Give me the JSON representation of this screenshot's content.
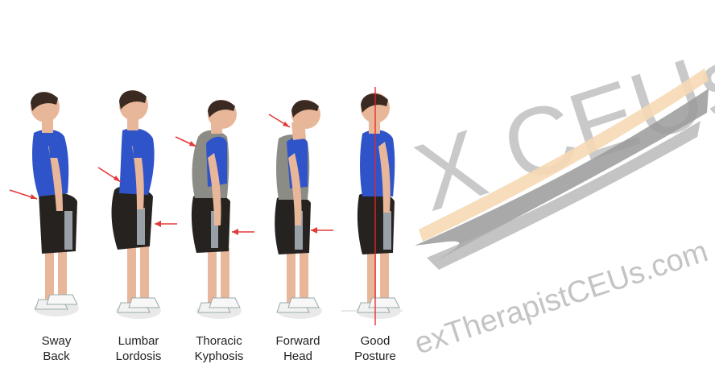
{
  "figures": [
    {
      "id": "sway-back",
      "line1": "Sway",
      "line2": "Back"
    },
    {
      "id": "lumbar-lordosis",
      "line1": "Lumbar",
      "line2": "Lordosis"
    },
    {
      "id": "thoracic-kyphosis",
      "line1": "Thoracic",
      "line2": "Kyphosis"
    },
    {
      "id": "forward-head",
      "line1": "Forward",
      "line2": "Head"
    },
    {
      "id": "good-posture",
      "line1": "Good",
      "line2": "Posture"
    }
  ],
  "watermark": {
    "big_text": "X CEUs",
    "url_text": "exTherapistCEUs.com",
    "brush_color_light": "#f6d9b5",
    "brush_color_gray": "#9a9a9a"
  },
  "colors": {
    "shirt_blue": "#2f54c9",
    "shirt_gray": "#8c8c86",
    "shorts": "#262220",
    "shorts_stripe": "#9aa0a8",
    "skin": "#e8b79a",
    "hair": "#3a2a22",
    "arrow_red": "#e23a3a",
    "plumb_line": "#ee2222"
  }
}
